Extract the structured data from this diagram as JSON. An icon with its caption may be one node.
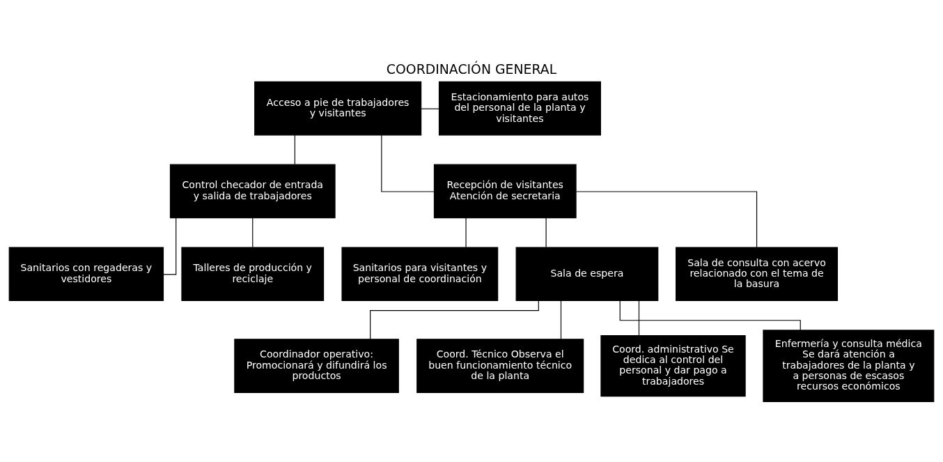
{
  "diagram": {
    "title": "COORDINACIÓN GENERAL",
    "nodes": [
      {
        "text": [
          "Acceso a pie de trabajadores y visitantes"
        ]
      },
      {
        "text": [
          "Estacionamiento para autos del personal de la planta y visitantes"
        ]
      },
      {
        "text": [
          "Control checador de entrada y salida de trabajadores"
        ]
      },
      {
        "text": [
          "Recepción de visitantes Atención de secretaria"
        ]
      },
      {
        "text": [
          "Sanitarios con regaderas y vestidores"
        ]
      },
      {
        "text": [
          "Talleres de producción y reciclaje"
        ]
      },
      {
        "text": [
          "Sanitarios para visitantes y personal de coordinación"
        ]
      },
      {
        "text": [
          "Sala de espera"
        ]
      },
      {
        "text": [
          "Sala de consulta con acervo relacionado con el tema de la basura"
        ]
      },
      {
        "text": [
          "Coordinador operativo: Promocionará y difundirá los productos"
        ]
      },
      {
        "text": [
          "Coord. Técnico Observa el buen funcionamiento técnico de la planta"
        ]
      },
      {
        "text": [
          "Coord. administrativo Se dedica al control del personal y dar pago a trabajadores"
        ]
      },
      {
        "text": [
          "Enfermería y consulta médica Se dará atención a trabajadores de la planta y a personas de escasos recursos económicos"
        ]
      }
    ],
    "edges": [
      {
        "from": 0,
        "to": 1,
        "arrow": "none"
      },
      {
        "from": 0,
        "to": 2,
        "arrow": "none"
      },
      {
        "from": 0,
        "to": 3,
        "arrow": "none"
      },
      {
        "from": 2,
        "to": 4,
        "arrow": "none"
      },
      {
        "from": 2,
        "to": 5,
        "arrow": "none"
      },
      {
        "from": 3,
        "to": 6,
        "arrow": "none"
      },
      {
        "from": 3,
        "to": 7,
        "arrow": "none"
      },
      {
        "from": 3,
        "to": 8,
        "arrow": "none"
      },
      {
        "from": 7,
        "to": 9,
        "arrow": "none"
      },
      {
        "from": 7,
        "to": 10,
        "arrow": "none"
      },
      {
        "from": 7,
        "to": 11,
        "arrow": "none"
      },
      {
        "from": 7,
        "to": 12,
        "arrow": "none"
      }
    ]
  }
}
